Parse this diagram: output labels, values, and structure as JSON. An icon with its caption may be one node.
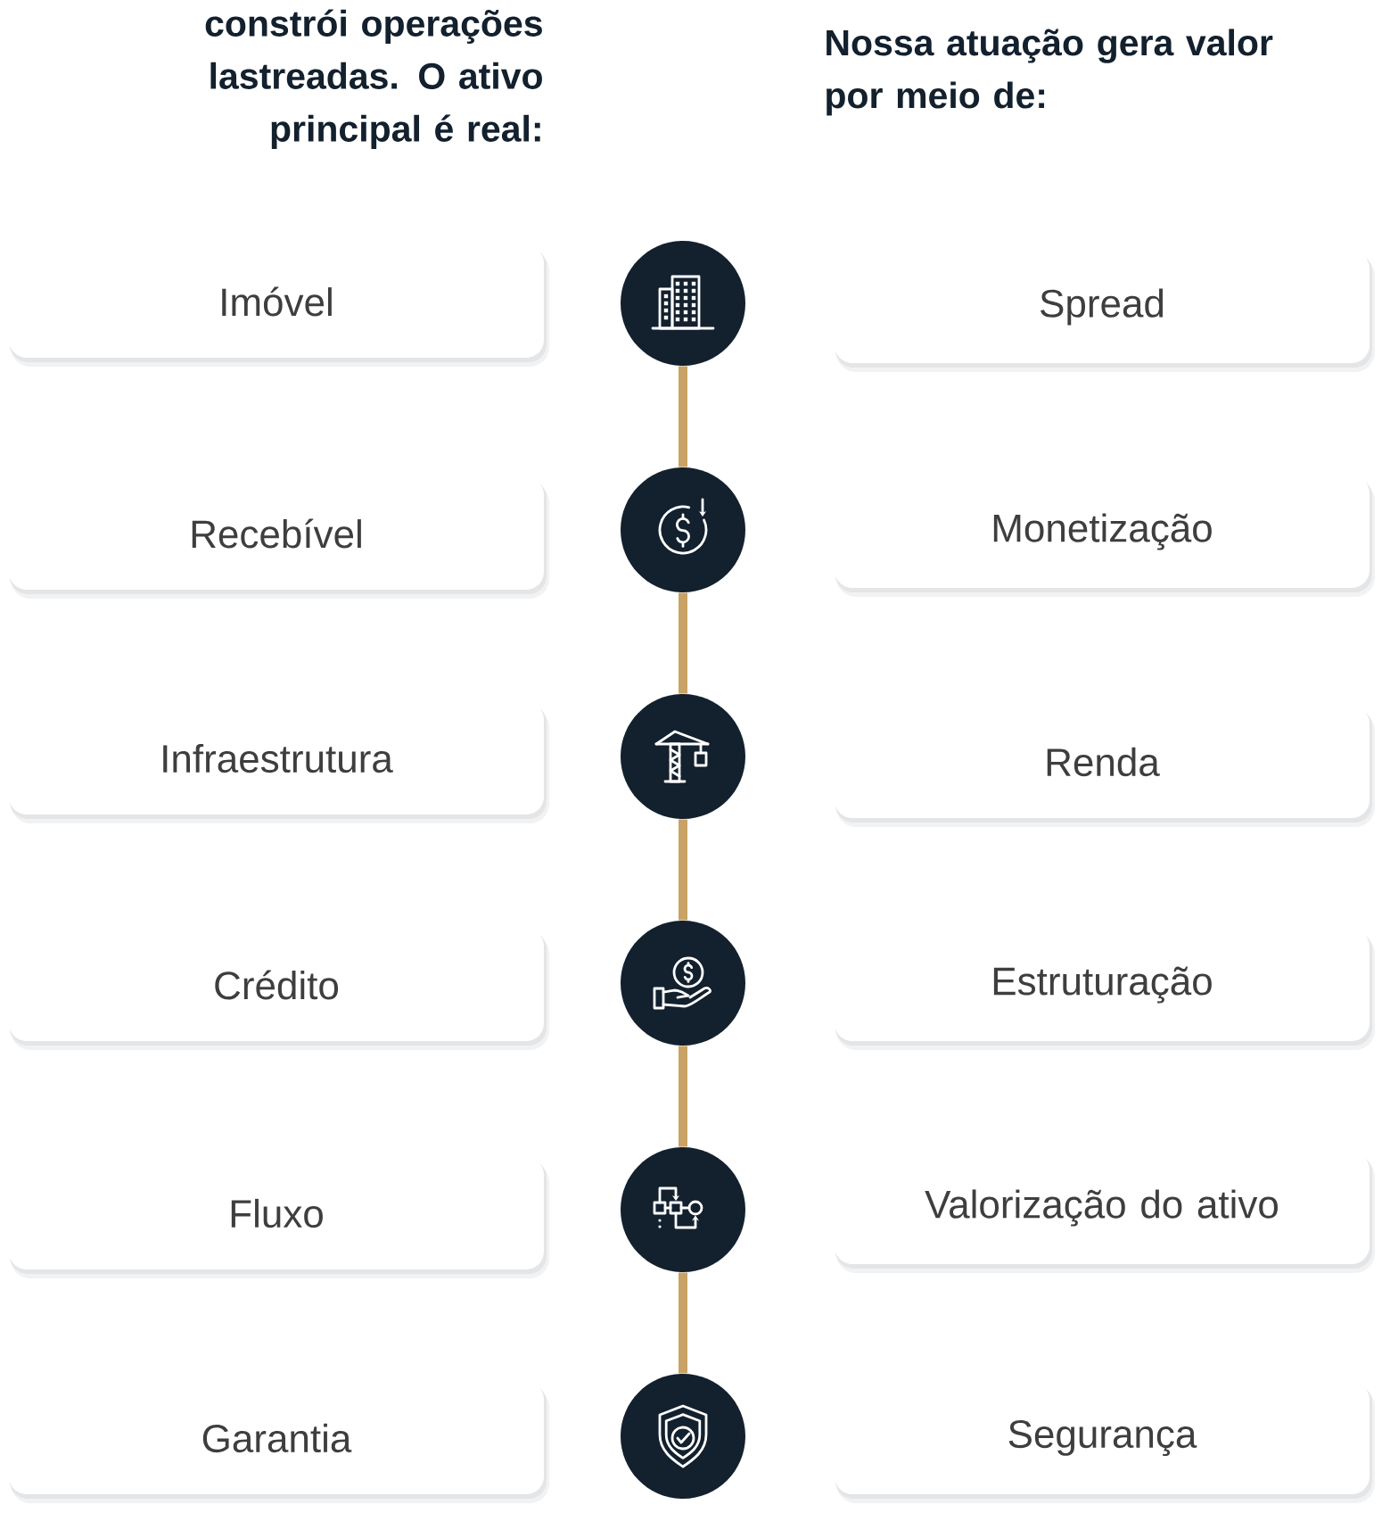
{
  "diagram": {
    "nodes": [
      {
        "text": [
          "Imóvel"
        ]
      },
      {
        "text": [],
        "shape": "circle"
      },
      {
        "text": [
          "Spread"
        ]
      },
      {
        "text": [
          "Recebível"
        ]
      },
      {
        "text": [],
        "shape": "circle"
      },
      {
        "text": [
          "Monetização"
        ]
      },
      {
        "text": [
          "Infraestrutura"
        ]
      },
      {
        "text": [],
        "shape": "circle"
      },
      {
        "text": [
          "Renda"
        ]
      },
      {
        "text": [
          "Crédito"
        ]
      },
      {
        "text": [],
        "shape": "circle"
      },
      {
        "text": [
          "Estruturação"
        ]
      },
      {
        "text": [
          "Fluxo"
        ]
      },
      {
        "text": [],
        "shape": "circle"
      },
      {
        "text": [
          "Valorização do ativo"
        ]
      },
      {
        "text": [
          "Garantia"
        ]
      },
      {
        "text": [],
        "shape": "circle"
      },
      {
        "text": [
          "Segurança"
        ]
      }
    ],
    "edges": [
      {
        "from": 1,
        "to": 4,
        "arrow": "none"
      },
      {
        "from": 4,
        "to": 7,
        "arrow": "none"
      },
      {
        "from": 7,
        "to": 10,
        "arrow": "none"
      },
      {
        "from": 10,
        "to": 13,
        "arrow": "none"
      },
      {
        "from": 13,
        "to": 16,
        "arrow": "none"
      }
    ],
    "labels": [
      "constrói operações lastreadas. O ativo principal é real:",
      "Nossa atuação gera valor por meio de:"
    ]
  }
}
